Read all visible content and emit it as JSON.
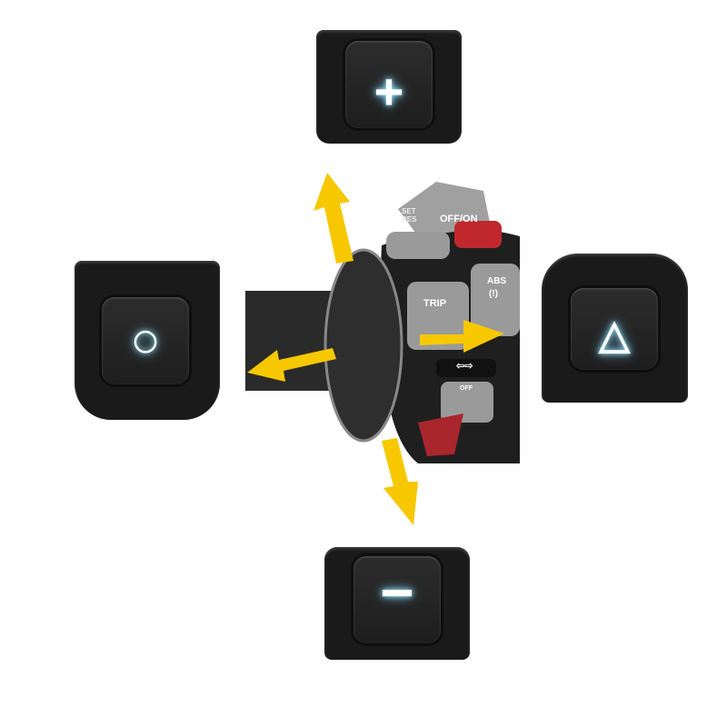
{
  "buttons": {
    "up": {
      "glyph": "+",
      "icon": "plus-icon"
    },
    "down": {
      "glyph": "−",
      "icon": "minus-icon"
    },
    "left": {
      "glyph": "○",
      "icon": "circle-icon"
    },
    "right": {
      "glyph": "△",
      "icon": "triangle-icon"
    }
  },
  "switch_cluster": {
    "set_res": "SET RES",
    "cruise": "OFF/ON",
    "trip": "TRIP",
    "abs": "ABS",
    "abs_sub": "(!)",
    "indicator": "⇦⇨",
    "off": "OFF"
  },
  "colors": {
    "arrow": "#f7c800",
    "hazard": "#c0282e",
    "key_grey": "#9a9a9a"
  }
}
